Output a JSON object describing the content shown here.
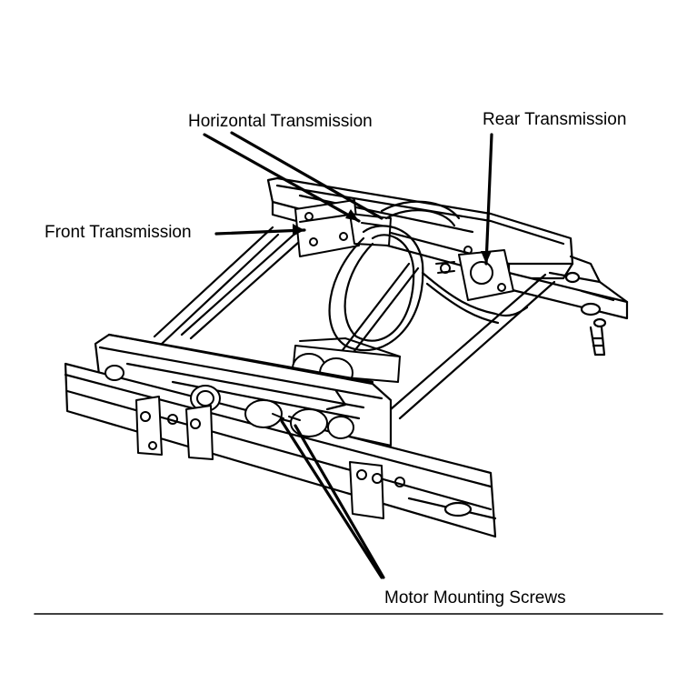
{
  "diagram": {
    "labels": {
      "horizontal_transmission": "Horizontal Transmission",
      "rear_transmission": "Rear Transmission",
      "front_transmission": "Front Transmission",
      "motor_mounting_screws": "Motor Mounting Screws"
    },
    "colors": {
      "ink": "#000000",
      "paper": "#ffffff"
    }
  }
}
